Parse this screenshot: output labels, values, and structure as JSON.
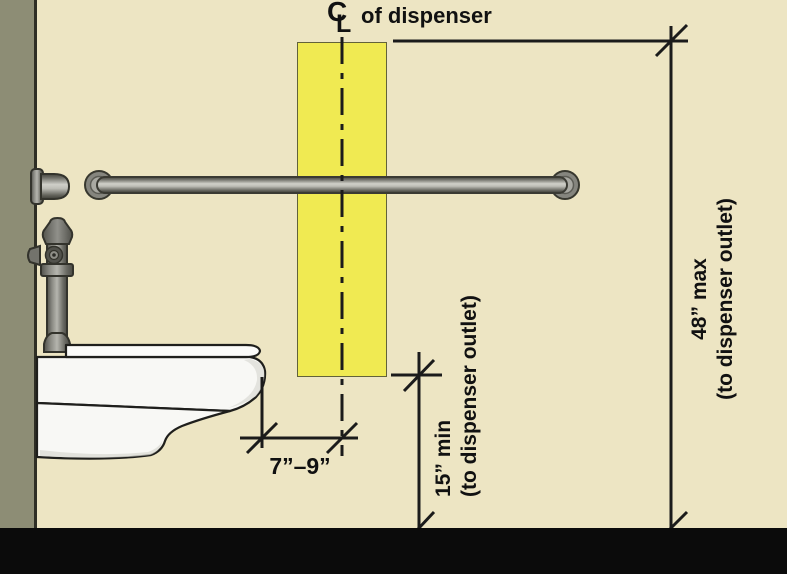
{
  "scene": {
    "description": "Side elevation diagram: wall-hung toilet, rear grab bar, and yellow allowable zone for toilet paper dispenser"
  },
  "labels": {
    "centerline_c": "C",
    "centerline_l": "L",
    "centerline_caption": "of dispenser",
    "offset_range": "7”–9”",
    "min_height_line1": "15” min",
    "min_height_line2": "(to dispenser outlet)",
    "max_height_line1": "48” max",
    "max_height_line2": "(to dispenser outlet)"
  },
  "colors": {
    "background": "#EDE5C3",
    "side-wall": "#8D8D75",
    "side-wall-edge": "#2E2E25",
    "floor": "#0B0B0B",
    "zone": "#F0EA52",
    "zone-border": "#62623A",
    "line": "#1B1B1B",
    "text": "#111111"
  }
}
